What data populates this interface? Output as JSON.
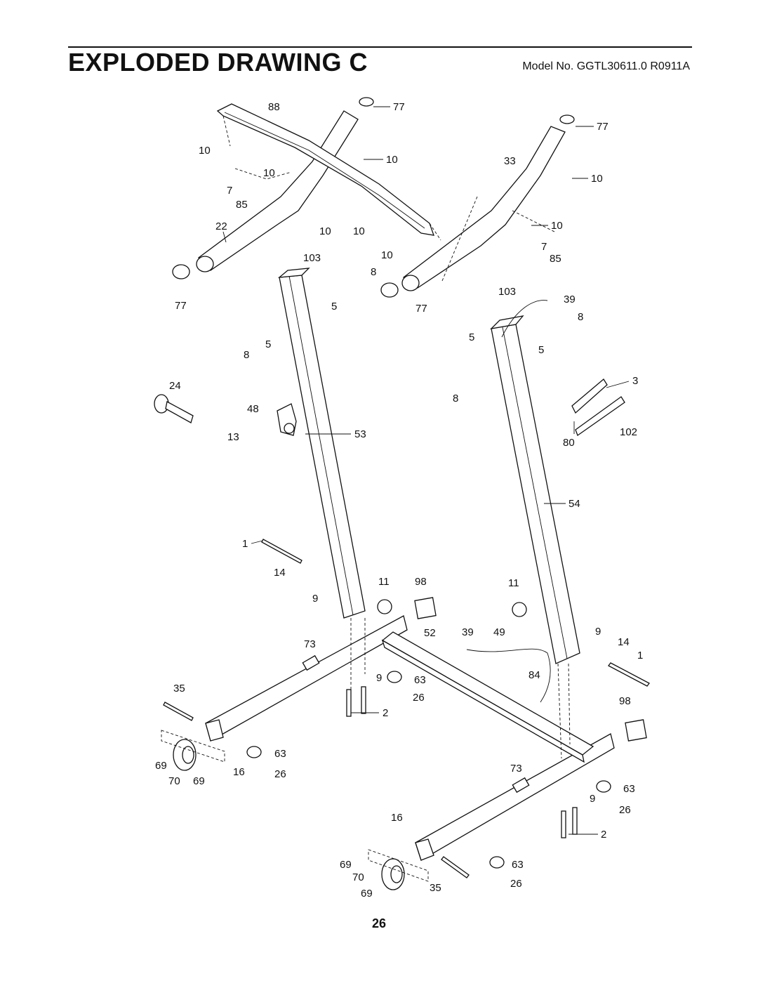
{
  "header": {
    "title": "EXPLODED DRAWING C",
    "model": "Model No. GGTL30611.0 R0911A"
  },
  "callouts": {
    "c88": "88",
    "c77a": "77",
    "c77b": "77",
    "c10a": "10",
    "c10b": "10",
    "c10c": "10",
    "c33": "33",
    "c10d": "10",
    "c7a": "7",
    "c85a": "85",
    "c22": "22",
    "c10e": "10",
    "c10f": "10",
    "c10g": "10",
    "c103a": "103",
    "c10h": "10",
    "c7b": "7",
    "c85b": "85",
    "c8a": "8",
    "c77c": "77",
    "c5a": "5",
    "c77d": "77",
    "c103b": "103",
    "c39a": "39",
    "c8b": "8",
    "c8c": "8",
    "c5b": "5",
    "c5c": "5",
    "c5d": "5",
    "c24": "24",
    "c8d": "8",
    "c3": "3",
    "c48": "48",
    "c13": "13",
    "c53": "53",
    "c102": "102",
    "c80": "80",
    "c54": "54",
    "c1a": "1",
    "c14a": "14",
    "c11a": "11",
    "c98a": "98",
    "c11b": "11",
    "c9a": "9",
    "c52": "52",
    "c39b": "39",
    "c49": "49",
    "c9b": "9",
    "c14b": "14",
    "c73a": "73",
    "c1b": "1",
    "c9c": "9",
    "c63a": "63",
    "c84": "84",
    "c35a": "35",
    "c26a": "26",
    "c98b": "98",
    "c2a": "2",
    "c63b": "63",
    "c69a": "69",
    "c16a": "16",
    "c26b": "26",
    "c70a": "70",
    "c69b": "69",
    "c73b": "73",
    "c63c": "63",
    "c9d": "9",
    "c26c": "26",
    "c16b": "16",
    "c2b": "2",
    "c69c": "69",
    "c63d": "63",
    "c70b": "70",
    "c26d": "26",
    "c69d": "69",
    "c35b": "35"
  },
  "page_number": "26"
}
